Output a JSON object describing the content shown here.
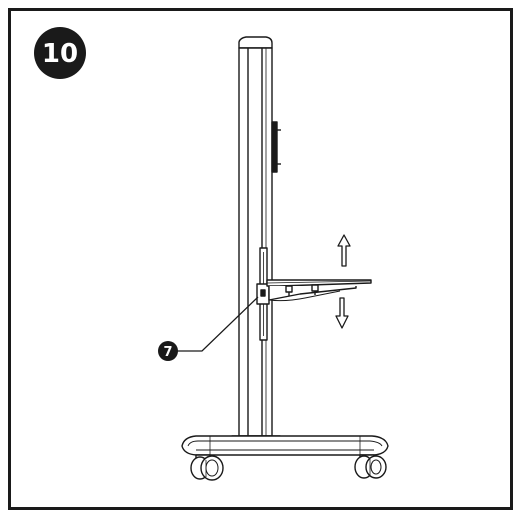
{
  "step": {
    "number": "10"
  },
  "callout": {
    "number": "7"
  },
  "arrows": {
    "up": "arrow-up",
    "down": "arrow-down"
  },
  "colors": {
    "line": "#1a1a1a",
    "badge": "#1a1a1a",
    "background": "#ffffff"
  }
}
